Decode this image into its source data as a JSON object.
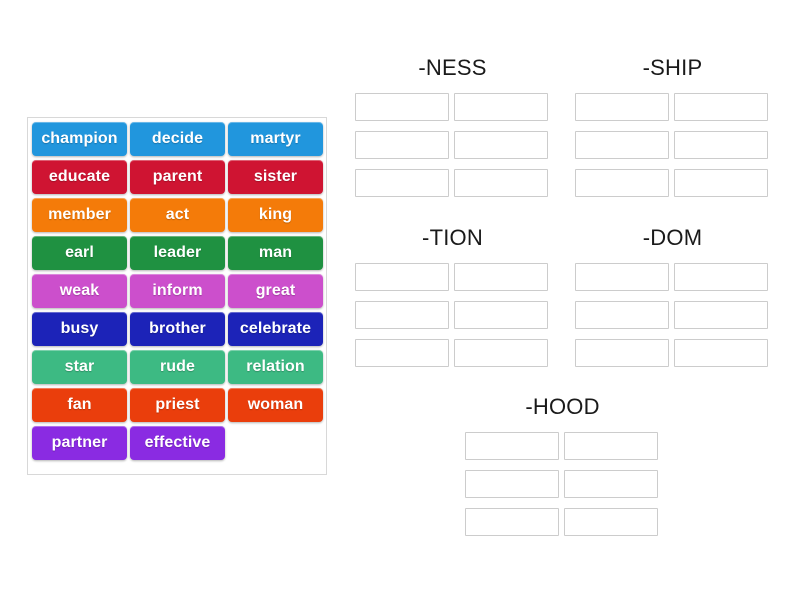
{
  "word_bank": {
    "name": "word-bank",
    "rows": [
      [
        {
          "label": "champion",
          "color": "#2196dd"
        },
        {
          "label": "decide",
          "color": "#2196dd"
        },
        {
          "label": "martyr",
          "color": "#2196dd"
        }
      ],
      [
        {
          "label": "educate",
          "color": "#cf1432"
        },
        {
          "label": "parent",
          "color": "#cf1432"
        },
        {
          "label": "sister",
          "color": "#cf1432"
        }
      ],
      [
        {
          "label": "member",
          "color": "#f47b09"
        },
        {
          "label": "act",
          "color": "#f47b09"
        },
        {
          "label": "king",
          "color": "#f47b09"
        }
      ],
      [
        {
          "label": "earl",
          "color": "#1f9141"
        },
        {
          "label": "leader",
          "color": "#1f9141"
        },
        {
          "label": "man",
          "color": "#1f9141"
        }
      ],
      [
        {
          "label": "weak",
          "color": "#cc4fcc"
        },
        {
          "label": "inform",
          "color": "#cc4fcc"
        },
        {
          "label": "great",
          "color": "#cc4fcc"
        }
      ],
      [
        {
          "label": "busy",
          "color": "#1c23b8"
        },
        {
          "label": "brother",
          "color": "#1c23b8"
        },
        {
          "label": "celebrate",
          "color": "#1c23b8"
        }
      ],
      [
        {
          "label": "star",
          "color": "#3dba83"
        },
        {
          "label": "rude",
          "color": "#3dba83"
        },
        {
          "label": "relation",
          "color": "#3dba83"
        }
      ],
      [
        {
          "label": "fan",
          "color": "#ea3e0c"
        },
        {
          "label": "priest",
          "color": "#ea3e0c"
        },
        {
          "label": "woman",
          "color": "#ea3e0c"
        }
      ],
      [
        {
          "label": "partner",
          "color": "#8a2be2"
        },
        {
          "label": "effective",
          "color": "#8a2be2"
        },
        {
          "label": "",
          "color": "transparent"
        }
      ]
    ]
  },
  "groups": [
    {
      "id": "ness",
      "title": "-NESS",
      "slots": 6
    },
    {
      "id": "ship",
      "title": "-SHIP",
      "slots": 6
    },
    {
      "id": "tion",
      "title": "-TION",
      "slots": 6
    },
    {
      "id": "dom",
      "title": "-DOM",
      "slots": 6
    },
    {
      "id": "hood",
      "title": "-HOOD",
      "slots": 6
    }
  ],
  "colors": {
    "slot_border": "#cccccc",
    "bank_border": "#d8d8d8",
    "title_text": "#1a1a1a",
    "page_background": "#ffffff"
  }
}
